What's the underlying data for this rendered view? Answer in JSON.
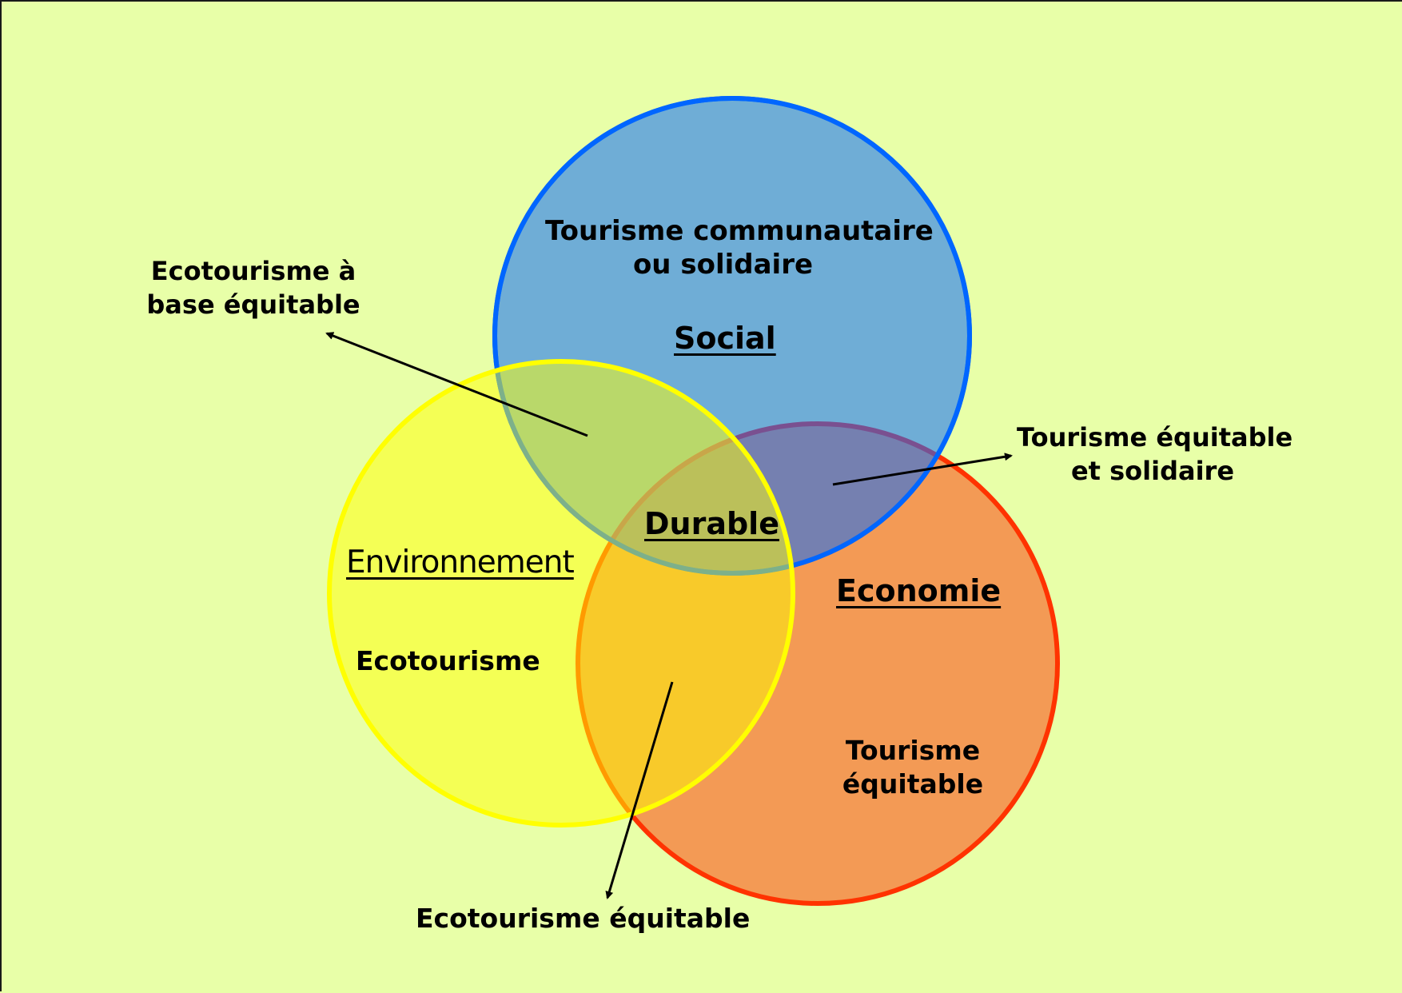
{
  "slide": {
    "background_color": "#E8FFA8"
  },
  "circles": {
    "social": {
      "title": "Social",
      "content": [
        "Tourisme communautaire",
        "ou solidaire"
      ],
      "fill": "#6FADD6",
      "stroke": "#0066FF"
    },
    "environnement": {
      "title": "Environnement",
      "content": "Ecotourisme",
      "fill": "#F4FF55",
      "stroke": "#FFFF00"
    },
    "economie": {
      "title": "Economie",
      "content": [
        "Tourisme",
        "équitable"
      ],
      "fill": "#F39A55",
      "stroke": "#FF3300"
    }
  },
  "center": {
    "title": "Durable",
    "fill": "#BBC05A"
  },
  "overlaps": {
    "social_environnement": {
      "label": [
        "Ecotourisme à",
        "base équitable"
      ],
      "fill": "#B9D86A"
    },
    "social_economie": {
      "label": [
        "Tourisme équitable",
        "et solidaire"
      ],
      "fill": "#7580B0"
    },
    "environnement_economie": {
      "label": "Ecotourisme équitable",
      "fill": "#F8CA2A"
    }
  }
}
